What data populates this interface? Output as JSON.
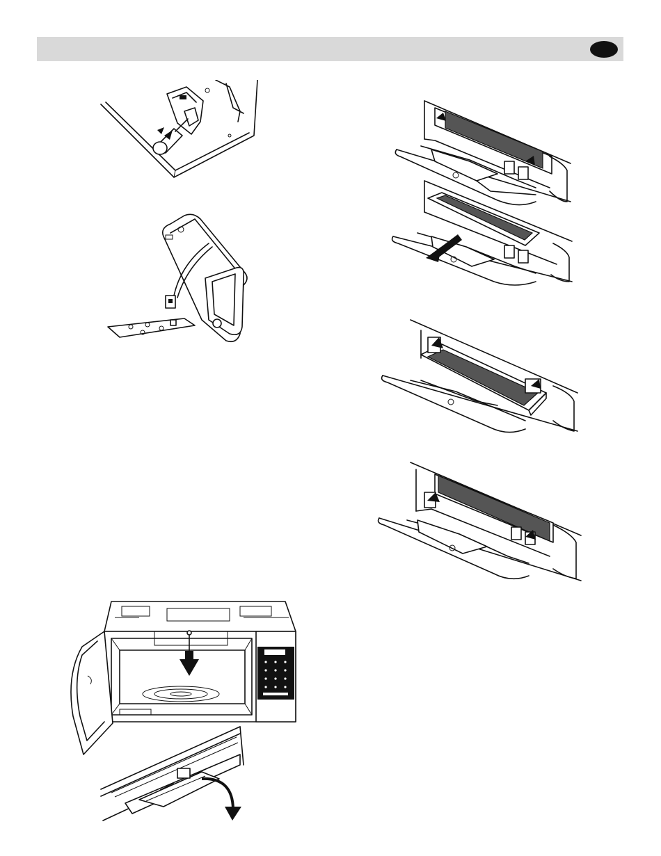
{
  "header": {
    "bar_color": "#d9d9d9",
    "badge_color": "#111111"
  },
  "colors": {
    "line": "#111111",
    "filter_mesh": "#555555",
    "background": "#ffffff"
  },
  "figures": [
    {
      "name": "light-socket-screwdriver",
      "icon": "screwdriver-icon"
    },
    {
      "name": "light-housing-removed",
      "icon": "bulb-housing-icon"
    },
    {
      "name": "grease-filter-slide",
      "icon": "arrow-icon"
    },
    {
      "name": "grease-filter-pull-out",
      "icon": "arrow-down-left-icon"
    },
    {
      "name": "grease-filter-insert",
      "icon": "arrow-icon"
    },
    {
      "name": "grease-filter-installed",
      "icon": "arrow-icon"
    },
    {
      "name": "microwave-screw-removal",
      "icon": "arrow-down-icon"
    },
    {
      "name": "vent-grille-tilt",
      "icon": "curved-arrow-icon"
    }
  ]
}
